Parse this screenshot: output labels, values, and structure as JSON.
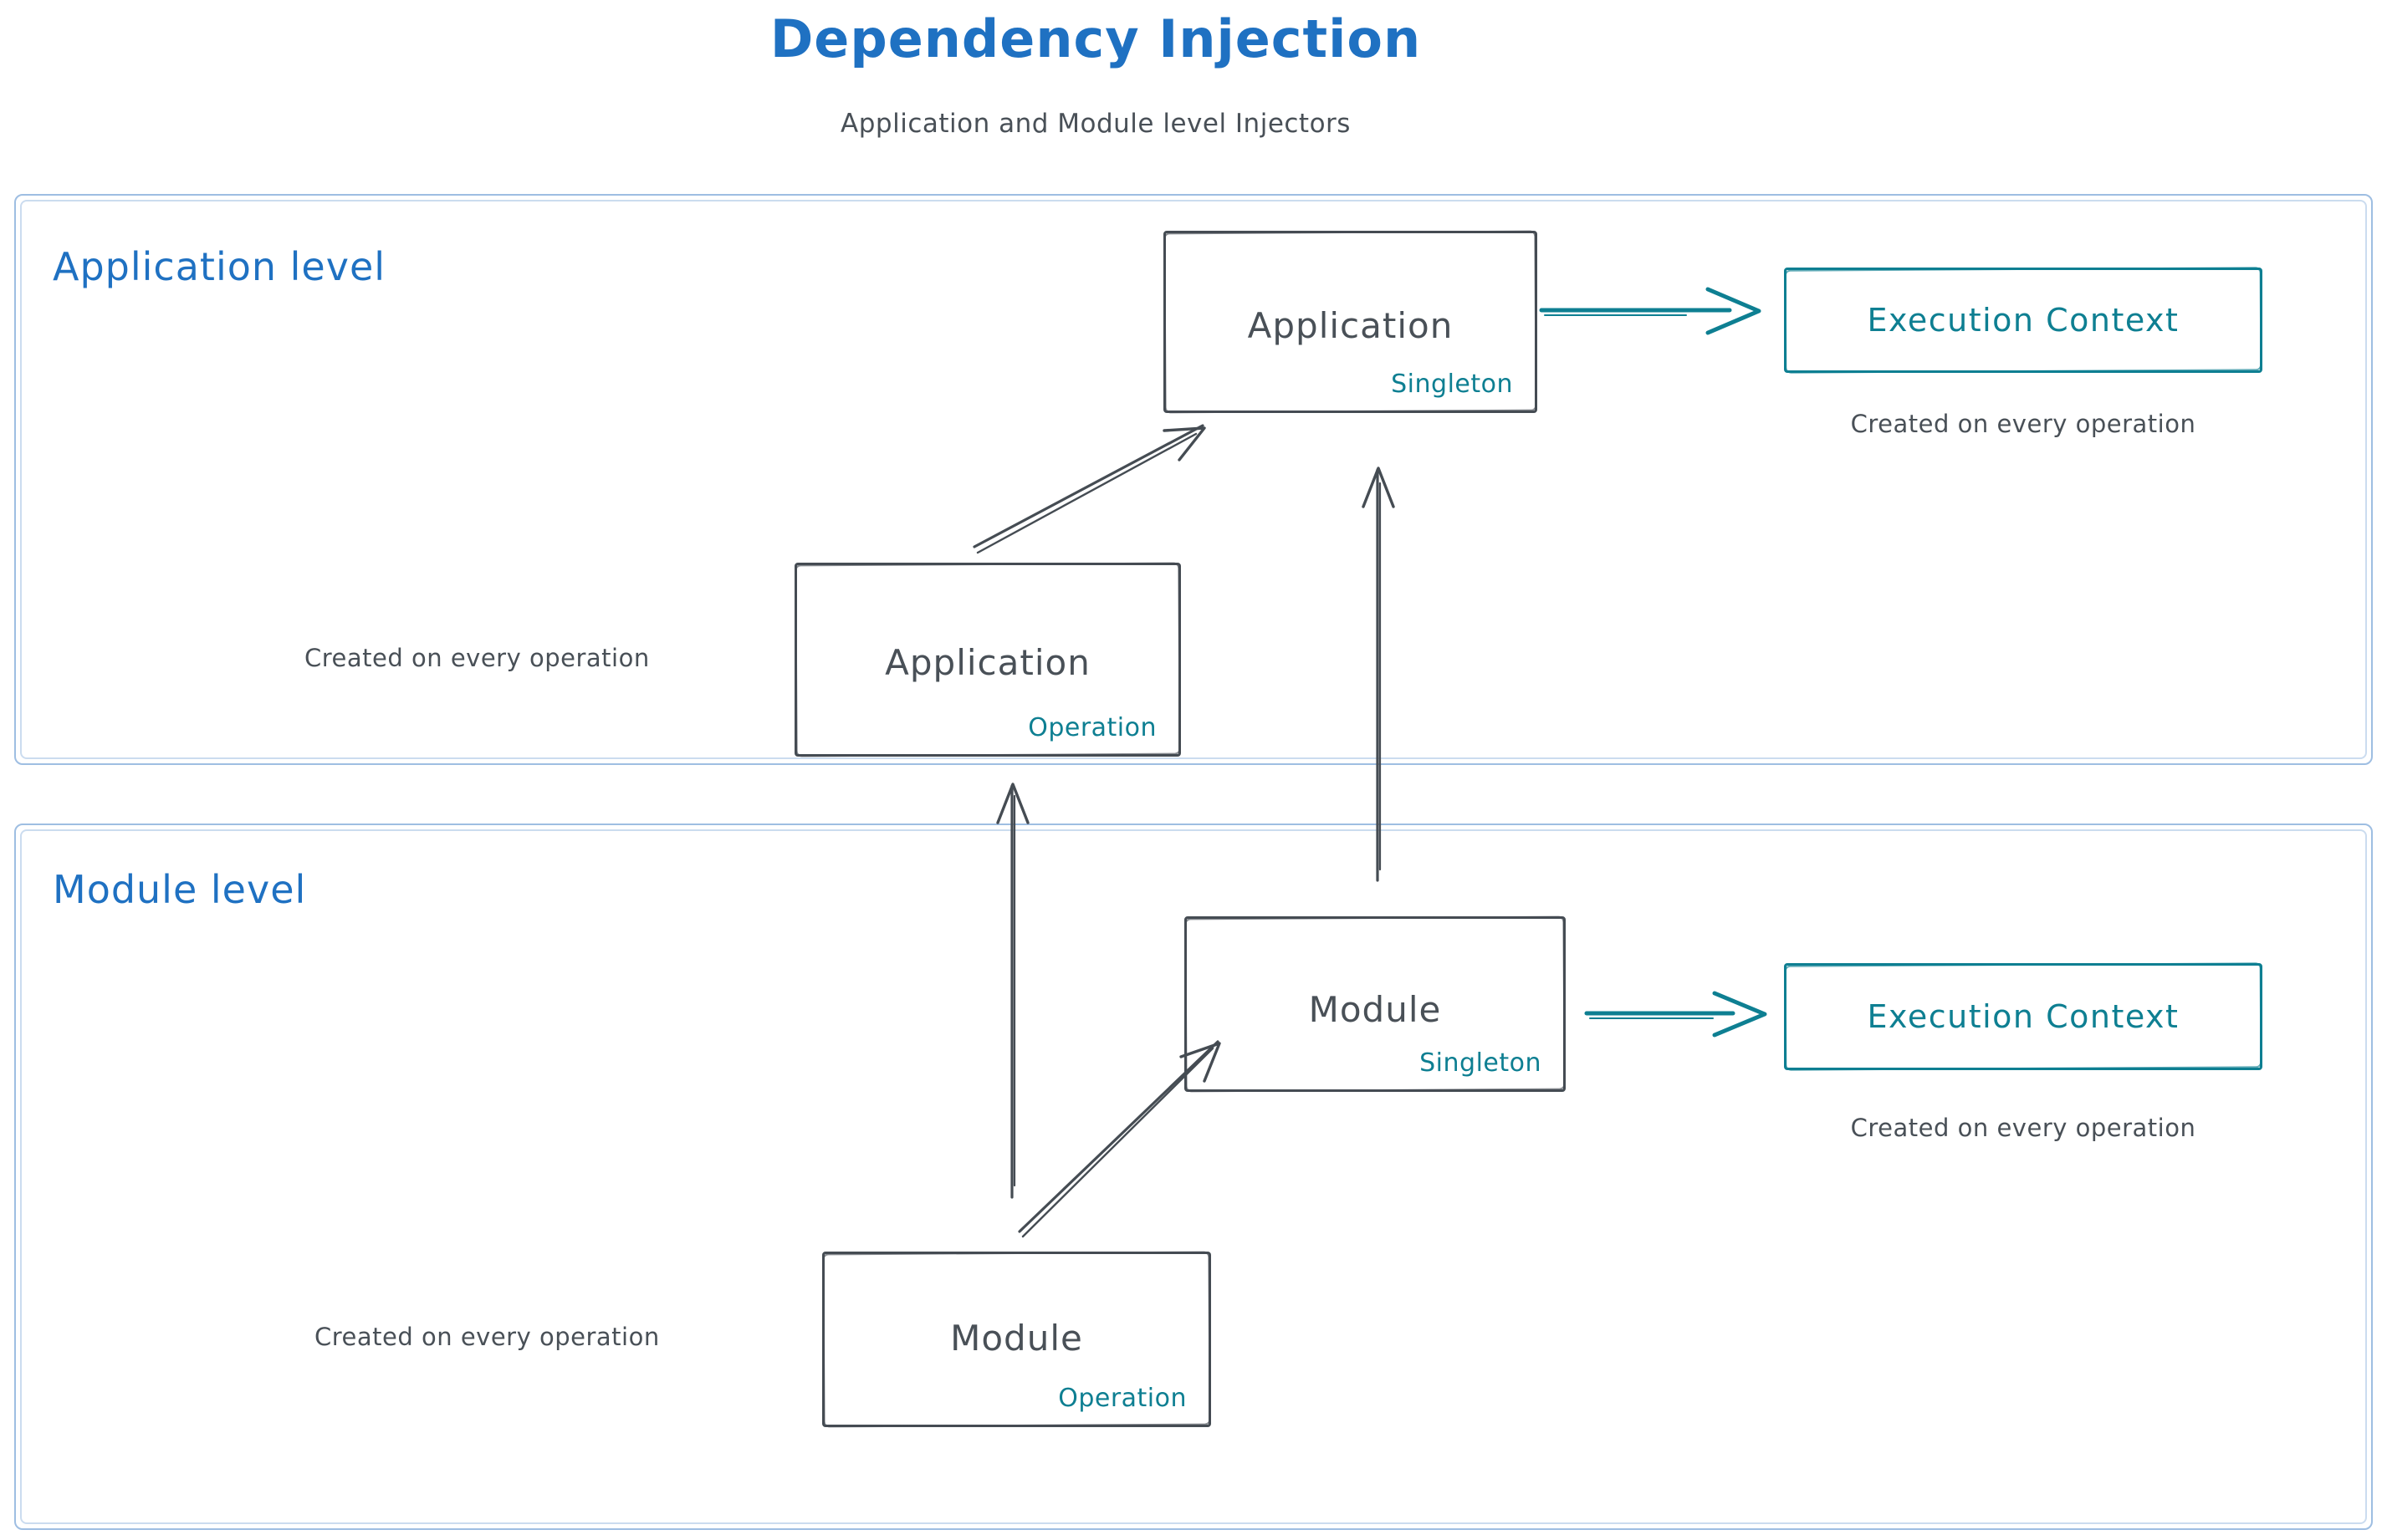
{
  "title": "Dependency Injection",
  "subtitle": "Application and Module level Injectors",
  "colors": {
    "blue": "#1f71c2",
    "teal": "#0e7f92",
    "ink": "#495057",
    "frame_light_blue": "#b4d0ee"
  },
  "sections": {
    "application": {
      "label": "Application level",
      "singleton_box": {
        "name": "Application",
        "scope": "Singleton"
      },
      "operation_box": {
        "name": "Application",
        "scope": "Operation"
      },
      "operation_note": "Created on every operation",
      "execution_context": {
        "label": "Execution Context",
        "note": "Created on every operation"
      }
    },
    "module": {
      "label": "Module level",
      "singleton_box": {
        "name": "Module",
        "scope": "Singleton"
      },
      "operation_box": {
        "name": "Module",
        "scope": "Operation"
      },
      "operation_note": "Created on every operation",
      "execution_context": {
        "label": "Execution Context",
        "note": "Created on every operation"
      }
    }
  }
}
